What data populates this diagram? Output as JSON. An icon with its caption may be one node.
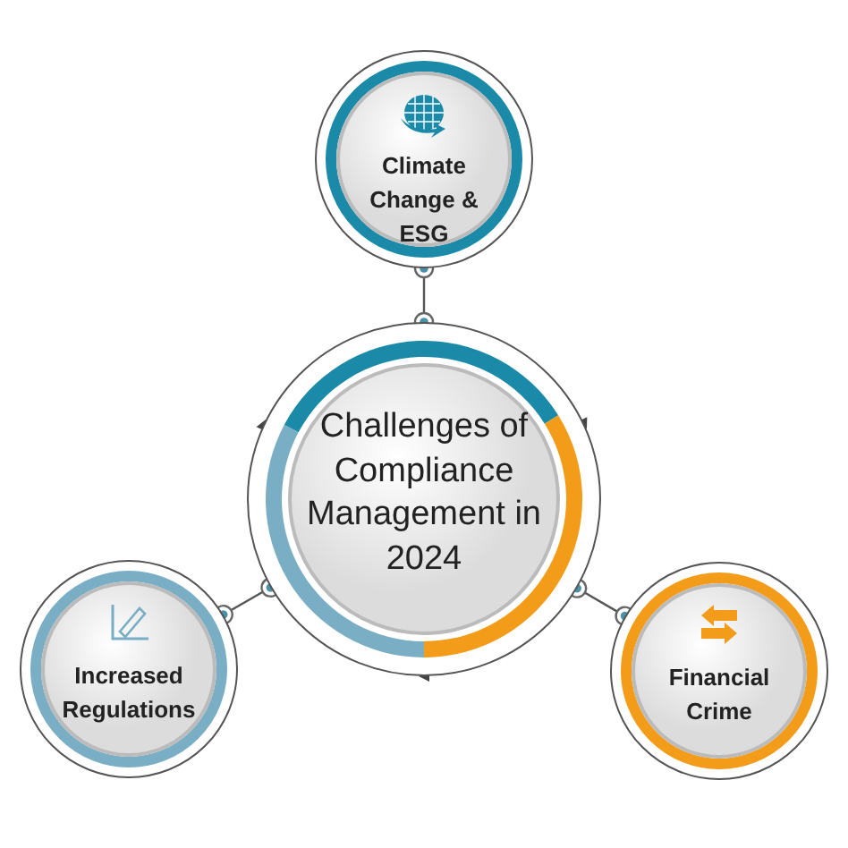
{
  "diagram": {
    "nodes": [
      {
        "text": [
          "Challenges of Compliance Management in 2024"
        ]
      },
      {
        "text": [
          "Climate Change & ESG"
        ]
      },
      {
        "text": [
          "Increased Regulations"
        ]
      },
      {
        "text": [
          "Financial Crime"
        ]
      }
    ],
    "edges": [
      {
        "from": 0,
        "to": 1,
        "arrow": "other"
      },
      {
        "from": 0,
        "to": 2,
        "arrow": "other"
      },
      {
        "from": 0,
        "to": 3,
        "arrow": "other"
      }
    ]
  }
}
